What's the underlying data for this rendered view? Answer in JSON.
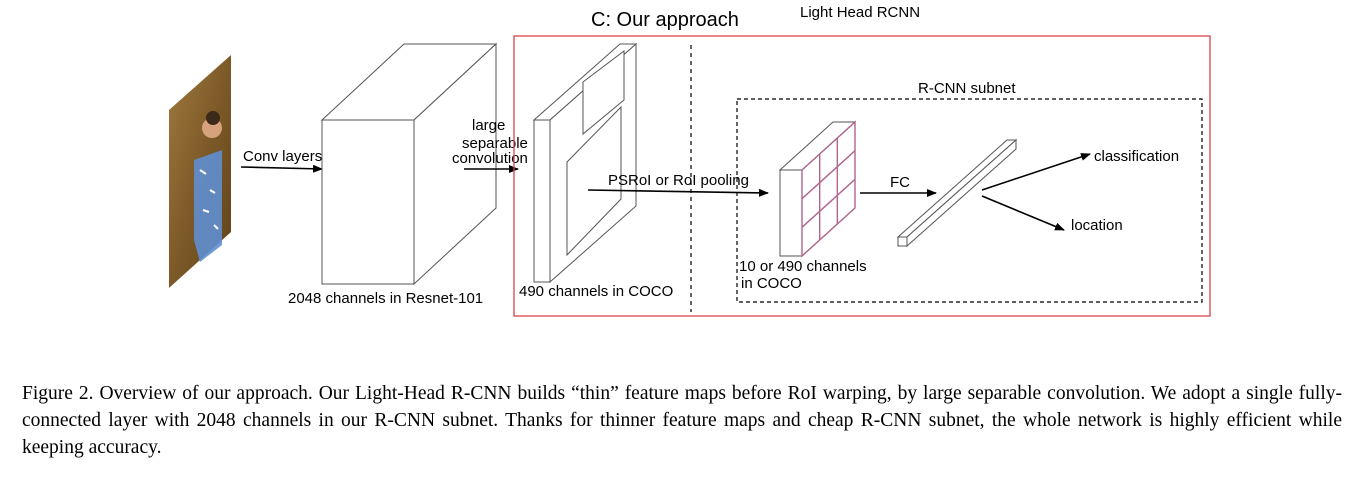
{
  "figure": {
    "section_title": "C: Our approach",
    "region_title": "Light Head RCNN",
    "subnet_title": "R-CNN subnet",
    "labels": {
      "conv_layers": "Conv layers",
      "large": "large",
      "separable": "separable",
      "convolution": "convolution",
      "resnet_channels": "2048 channels in Resnet-101",
      "coco_channels": "490 channels in COCO",
      "pooling": "PSRoI or RoI pooling",
      "roi_channels_line1": "10  or 490 channels",
      "roi_channels_line2": "in COCO",
      "fc": "FC",
      "classification": "classification",
      "location": "location"
    },
    "colors": {
      "region_border": "#d9434a",
      "grid_lines": "#b0658f",
      "box_stroke": "#555555"
    }
  },
  "caption": "Figure 2. Overview of our approach. Our Light-Head R-CNN builds “thin” feature maps before RoI warping, by large separable convolution. We adopt a single fully-connected layer with 2048 channels in our R-CNN subnet. Thanks for thinner feature maps and cheap R-CNN subnet, the whole network is highly efficient while keeping accuracy."
}
